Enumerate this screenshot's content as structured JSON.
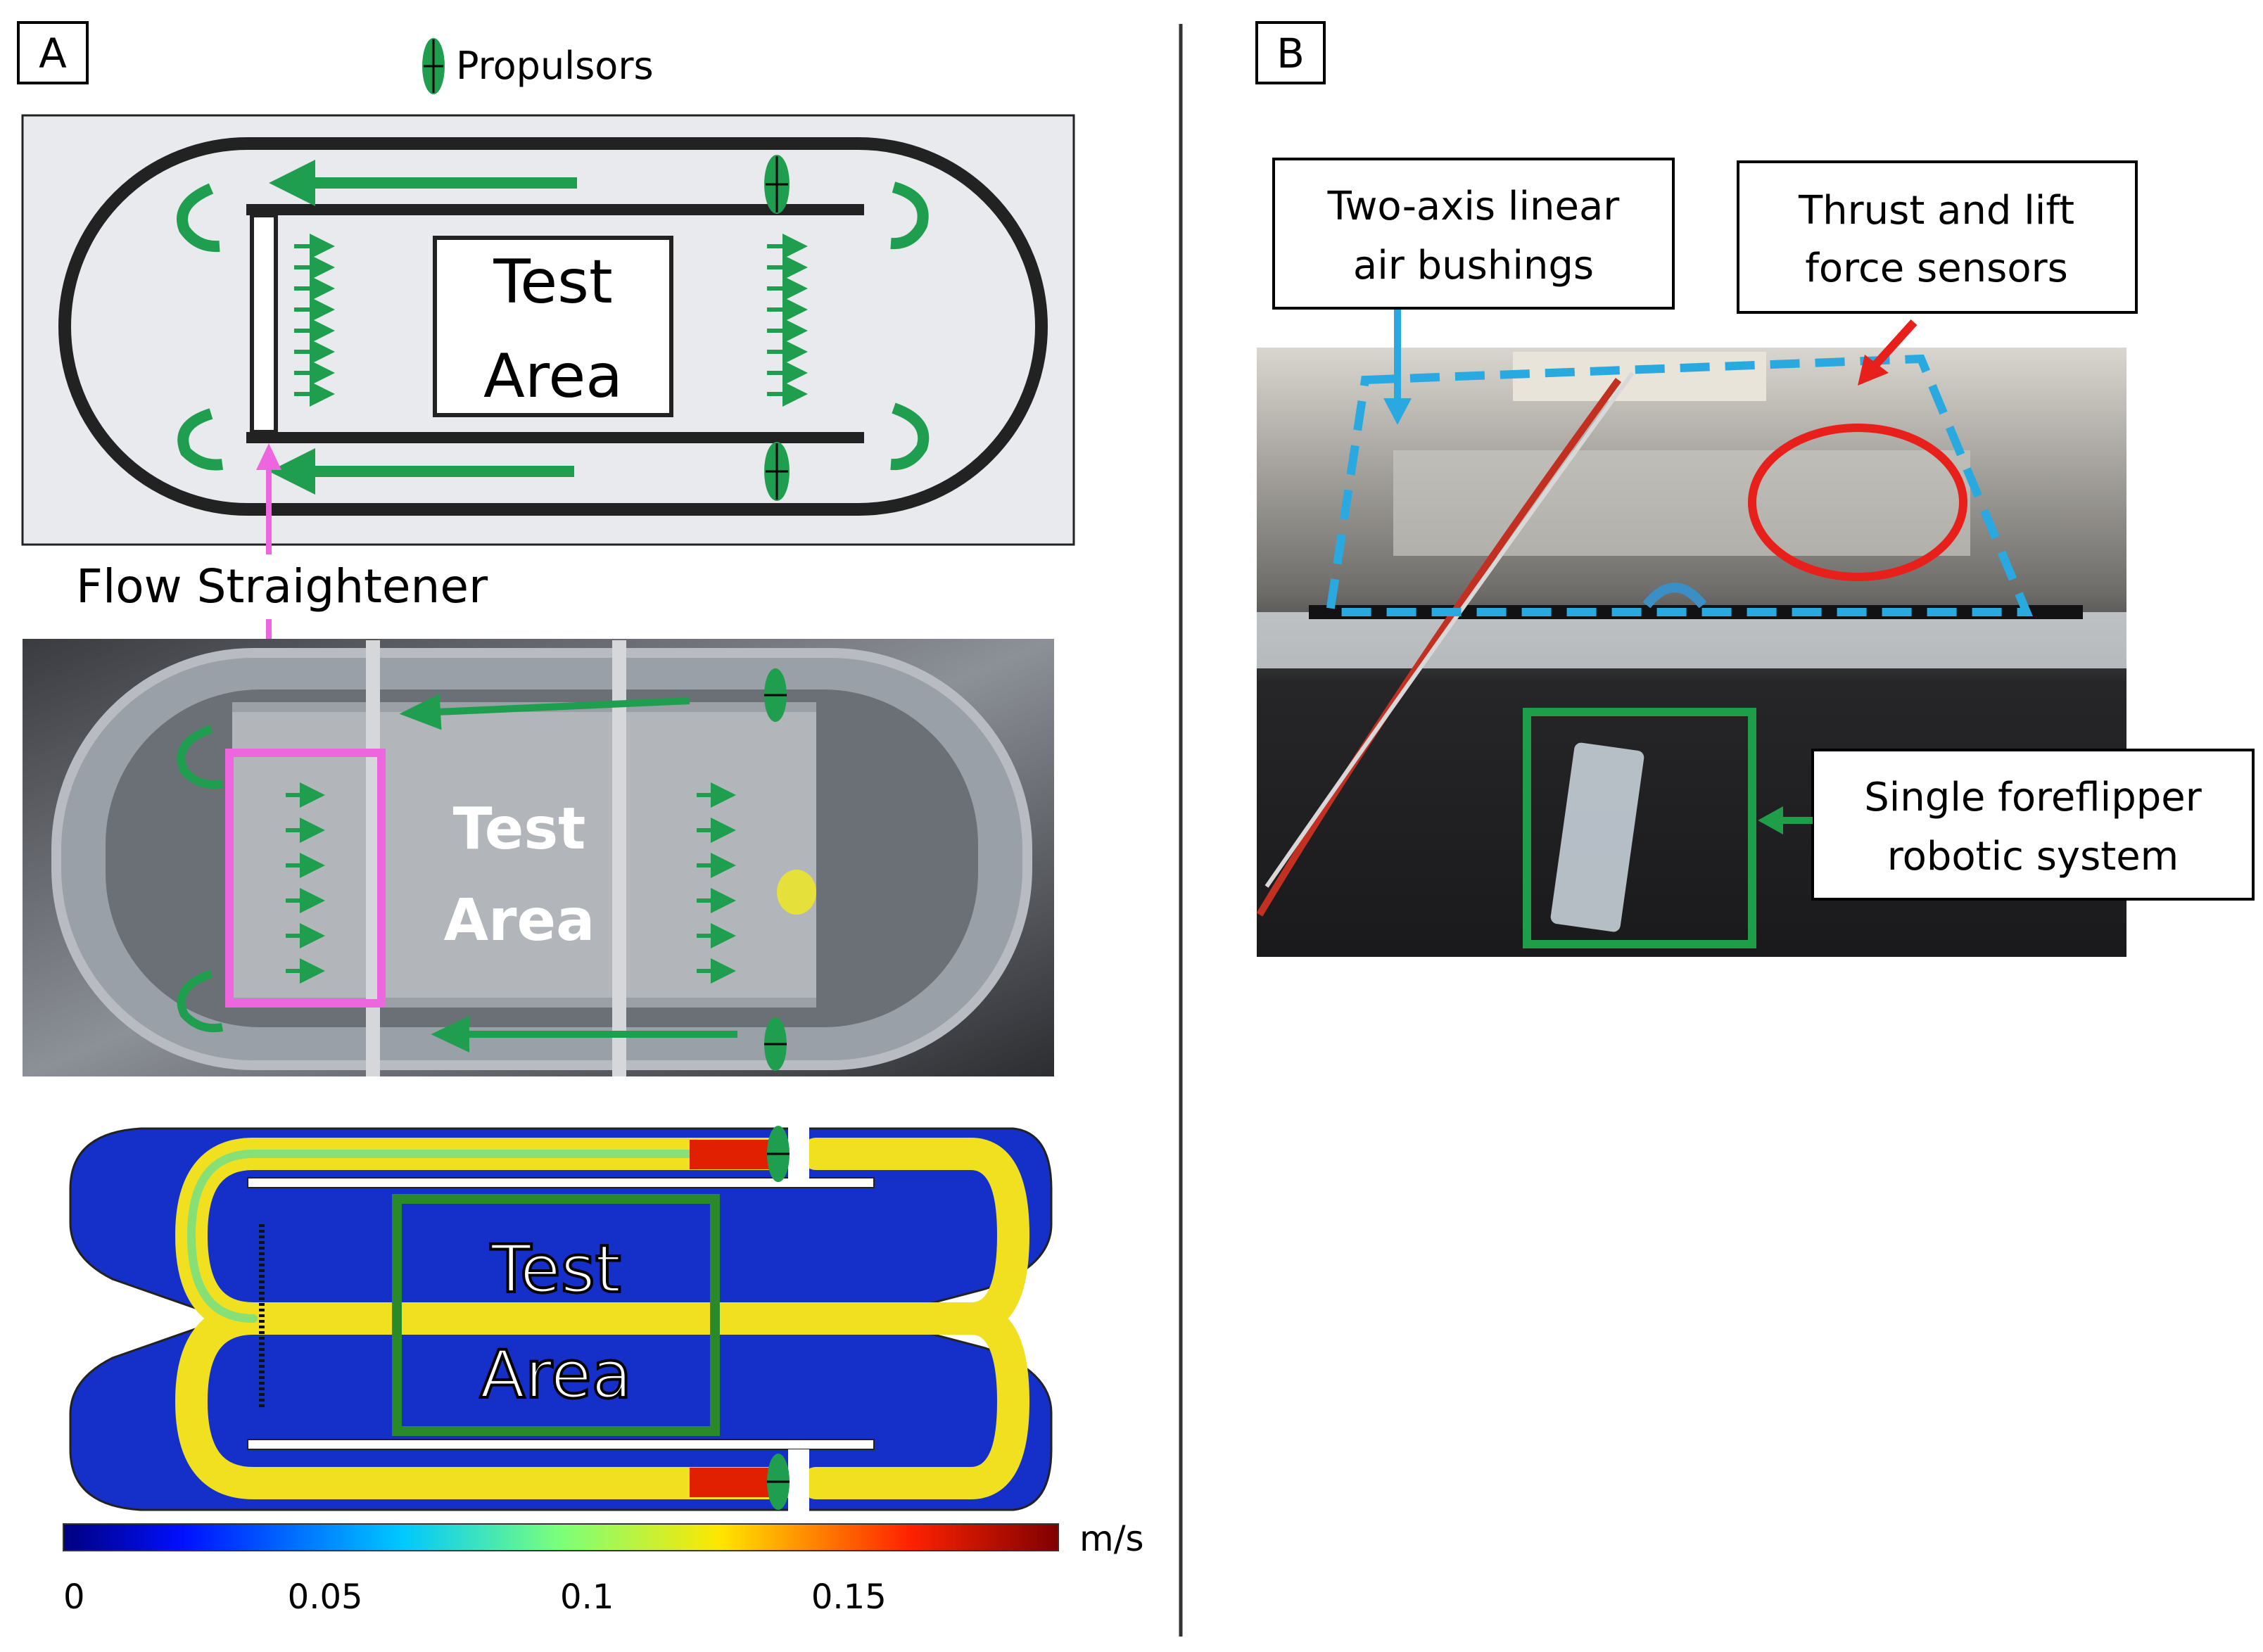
{
  "panels": {
    "a": {
      "label": "A"
    },
    "b": {
      "label": "B"
    }
  },
  "legend": {
    "propulsors_label": "Propulsors"
  },
  "schematic": {
    "test_area_line1": "Test",
    "test_area_line2": "Area"
  },
  "photo_a": {
    "flow_straightener_label": "Flow Straightener",
    "test_area_line1": "Test",
    "test_area_line2": "Area"
  },
  "cfd": {
    "test_area_line1": "Test",
    "test_area_line2": "Area",
    "colorbar": {
      "unit": "m/s",
      "ticks": [
        "0",
        "0.05",
        "0.1",
        "0.15"
      ],
      "range": [
        0,
        0.19
      ]
    }
  },
  "photo_b": {
    "callout_bushings_line1": "Two-axis linear",
    "callout_bushings_line2": "air bushings",
    "callout_sensors_line1": "Thrust and lift",
    "callout_sensors_line2": "force sensors",
    "callout_robot_line1": "Single foreflipper",
    "callout_robot_line2": "robotic system"
  },
  "colors": {
    "arrow_green": "#1e9e4e",
    "flow_straightener_pink": "#ee66dd",
    "bushing_blue": "#2aa9e0",
    "sensor_red": "#e8201c",
    "robot_green": "#1f9e4a",
    "tank_bg": "#e8eaee"
  }
}
